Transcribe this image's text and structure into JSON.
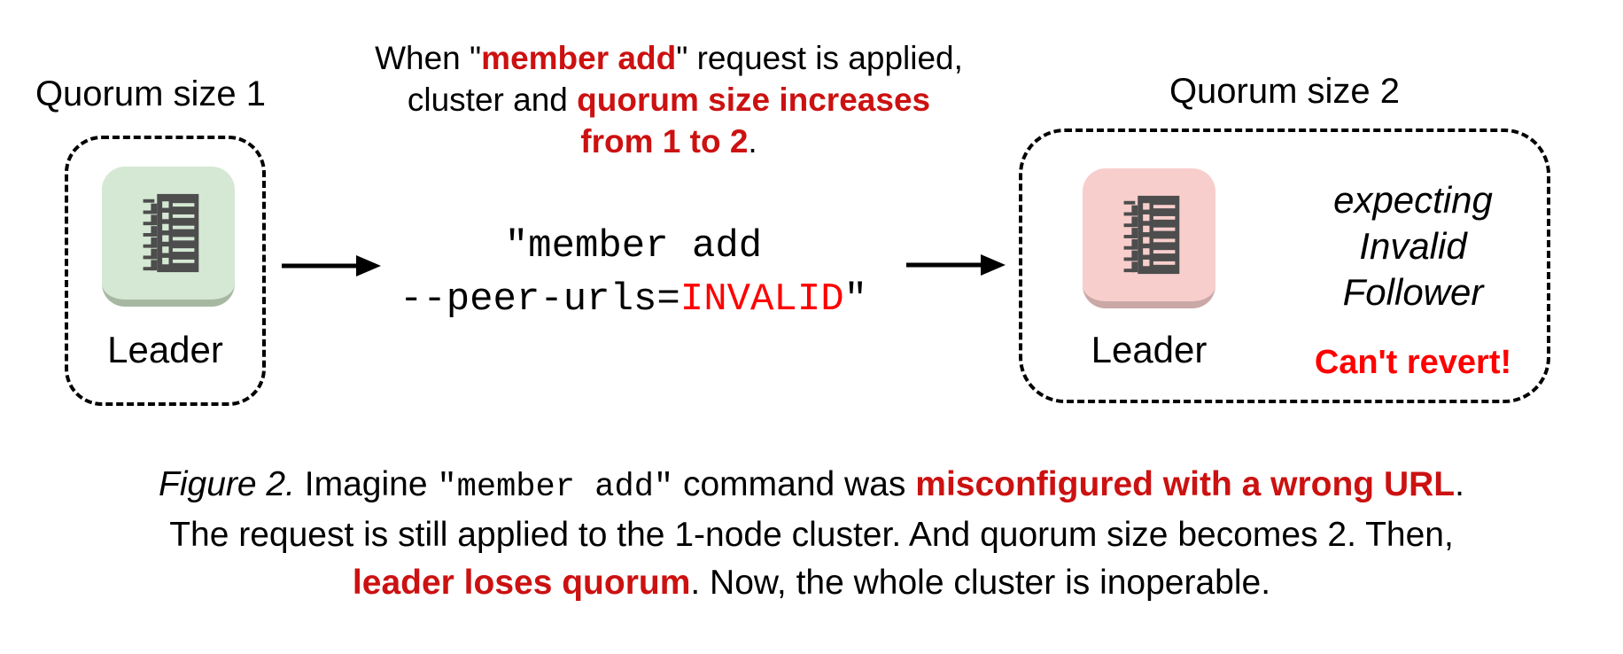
{
  "colors": {
    "red_bold": "#cc1111",
    "red_bright": "#ff0000",
    "text": "#000000",
    "node_green": "#d5e8d4",
    "node_green_edge": "#a6b7a2",
    "node_pink": "#f8cecc",
    "node_pink_edge": "#c9a8a6",
    "glyph": "#4d4d4d"
  },
  "top_note": {
    "line1": [
      {
        "t": "When \""
      },
      {
        "t": "member add"
      },
      {
        "t": "\" request is applied,"
      }
    ],
    "line2": [
      {
        "t": "cluster and "
      },
      {
        "t": "quorum size increases"
      }
    ],
    "line3": [
      {
        "t": "from 1 to 2"
      },
      {
        "t": "."
      }
    ]
  },
  "command": {
    "line1": "\"member add",
    "line2": [
      {
        "t": "--peer-urls="
      },
      {
        "t": "INVALID"
      },
      {
        "t": "\""
      }
    ]
  },
  "left_cluster": {
    "title": "Quorum size 1",
    "node_label": "Leader"
  },
  "right_cluster": {
    "title": "Quorum size 2",
    "node_label": "Leader",
    "expectation_lines": [
      "expecting",
      "Invalid",
      "Follower"
    ],
    "warning": "Can't revert!"
  },
  "caption": {
    "line1": [
      {
        "t": "Figure 2."
      },
      {
        "t": " Imagine "
      },
      {
        "t": "\"member add\""
      },
      {
        "t": " command was "
      },
      {
        "t": "misconfigured with a wrong URL"
      },
      {
        "t": "."
      }
    ],
    "line2": [
      {
        "t": "The request is still applied to the 1-node cluster. And quorum size becomes 2. Then,"
      }
    ],
    "line3": [
      {
        "t": "leader loses quorum"
      },
      {
        "t": ". Now, the whole cluster is inoperable."
      }
    ]
  }
}
